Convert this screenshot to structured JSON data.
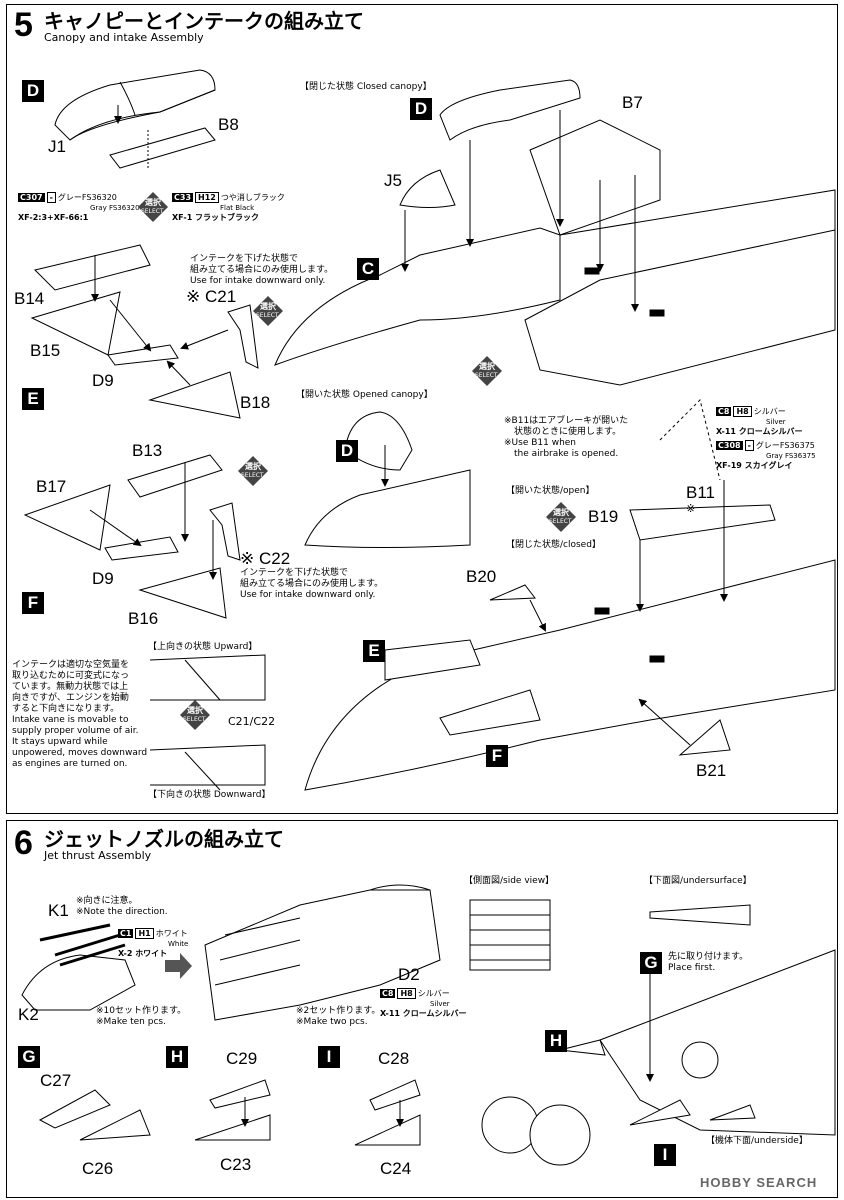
{
  "step5": {
    "number": "5",
    "title": "キャノピーとインテークの組み立て",
    "subtitle": "Canopy and intake Assembly",
    "labels": {
      "d": "D",
      "c": "C",
      "e": "E",
      "f": "F",
      "d2": "D",
      "d3": "D",
      "e2": "E",
      "f2": "F"
    },
    "parts": {
      "j1": "J1",
      "b8": "B8",
      "j5": "J5",
      "b7": "B7",
      "b14": "B14",
      "b15": "B15",
      "d9a": "D9",
      "b18": "B18",
      "c21": "※ C21",
      "b13": "B13",
      "b17": "B17",
      "d9b": "D9",
      "b16": "B16",
      "c22": "※ C22",
      "b11": "B11",
      "b11mark": "※",
      "b19": "B19",
      "b20": "B20",
      "b21": "B21",
      "c21c22": "C21/C22"
    },
    "paint": {
      "c307": "C307",
      "c307h": "-",
      "c307jp": "グレーFS36320",
      "c307en": "Gray FS36320",
      "c307mix": "XF-2:3+XF-66:1",
      "c33": "C33",
      "c33h": "H12",
      "c33jp": "つや消しブラック",
      "c33en": "Flat Black",
      "c33xf": "XF-1 フラットブラック",
      "c8": "C8",
      "c8h": "H8",
      "c8jp": "シルバー",
      "c8en": "Silver",
      "c8xf": "X-11 クロームシルバー",
      "c308": "C308",
      "c308h": "-",
      "c308jp": "グレーFS36375",
      "c308en": "Gray FS36375",
      "c308xf": "XF-19 スカイグレイ"
    },
    "notes": {
      "closed_canopy": "【閉じた状態 Closed canopy】",
      "opened_canopy": "【開いた状態 Opened canopy】",
      "intake1_jp1": "インテークを下げた状態で",
      "intake1_jp2": "組み立てる場合にのみ使用します。",
      "intake1_en": "Use for intake downward only.",
      "intake2_jp1": "インテークを下げた状態で",
      "intake2_jp2": "組み立てる場合にのみ使用します。",
      "intake2_en": "Use for intake downward only.",
      "b11_jp1": "※B11はエアブレーキが開いた",
      "b11_jp2": "状態のときに使用します。",
      "b11_en1": "※Use B11 when",
      "b11_en2": "the airbrake is opened.",
      "open": "【開いた状態/open】",
      "closed": "【閉じた状態/closed】",
      "upward": "【上向きの状態 Upward】",
      "downward": "【下向きの状態 Downward】",
      "vane_jp1": "インテークは適切な空気量を",
      "vane_jp2": "取り込むために可変式になっ",
      "vane_jp3": "ています。無動力状態では上",
      "vane_jp4": "向きですが、エンジンを始動",
      "vane_jp5": "すると下向きになります。",
      "vane_en1": "Intake vane is movable to",
      "vane_en2": "supply proper volume of air.",
      "vane_en3": "It stays upward while",
      "vane_en4": "unpowered, moves downward",
      "vane_en5": "as engines are turned on."
    },
    "select_jp": "選択",
    "select_en": "SELECT"
  },
  "step6": {
    "number": "6",
    "title": "ジェットノズルの組み立て",
    "subtitle": "Jet thrust Assembly",
    "labels": {
      "g": "G",
      "h": "H",
      "i": "I",
      "g2": "G",
      "h2": "H",
      "i2": "I"
    },
    "parts": {
      "k1": "K1",
      "k2": "K2",
      "d2": "D2",
      "c27": "C27",
      "c26": "C26",
      "c29": "C29",
      "c23": "C23",
      "c28": "C28",
      "c24": "C24"
    },
    "paint": {
      "c1": "C1",
      "c1h": "H1",
      "c1jp": "ホワイト",
      "c1en": "White",
      "c1xf": "X-2 ホワイト",
      "c8": "C8",
      "c8h": "H8",
      "c8jp": "シルバー",
      "c8en": "Silver",
      "c8xf": "X-11 クロームシルバー"
    },
    "notes": {
      "direction_jp": "※向きに注意。",
      "direction_en": "※Note the direction.",
      "ten_jp": "※10セット作ります。",
      "ten_en": "※Make ten pcs.",
      "two_jp": "※2セット作ります。",
      "two_en": "※Make two pcs.",
      "side_view": "【側面図/side view】",
      "undersurface": "【下面図/undersurface】",
      "first_jp": "先に取り付けます。",
      "first_en": "Place first.",
      "underside": "【機体下面/underside】"
    }
  },
  "watermark": "HOBBY SEARCH"
}
